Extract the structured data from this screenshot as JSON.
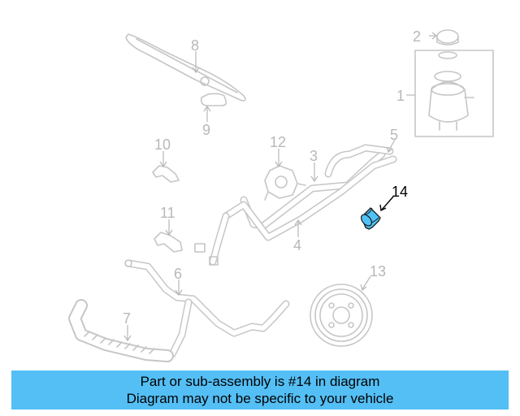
{
  "callouts": {
    "c1": "1",
    "c2": "2",
    "c3": "3",
    "c4": "4",
    "c5": "5",
    "c6": "6",
    "c7": "7",
    "c8": "8",
    "c9": "9",
    "c10": "10",
    "c11": "11",
    "c12": "12",
    "c13": "13",
    "c14": "14"
  },
  "highlighted_part": "14",
  "colors": {
    "highlight": "#4fc3f7",
    "banner": "#54bff5",
    "linework": "#c6c6c6"
  },
  "banner": {
    "line1": "Part or sub-assembly is #14 in diagram",
    "line2": "Diagram may not be specific to your vehicle"
  }
}
